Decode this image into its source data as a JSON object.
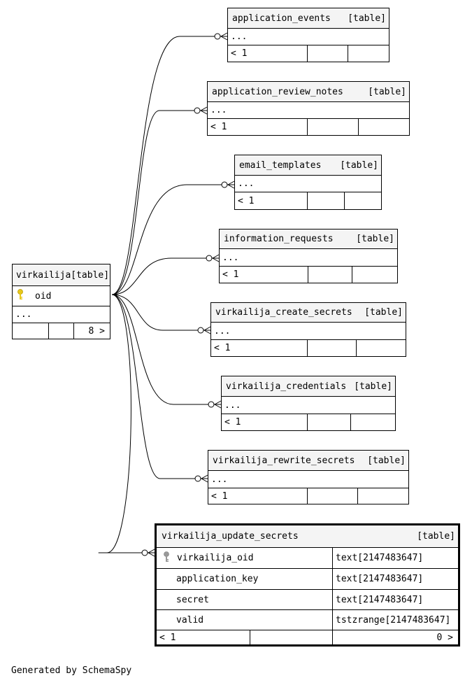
{
  "source_table": {
    "name": "virkailija",
    "kind": "[table]",
    "key_column": "oid",
    "more": "...",
    "footer_children": "8 >"
  },
  "child_tables": [
    {
      "name": "application_events",
      "kind": "[table]",
      "more": "...",
      "footer_parents": "< 1"
    },
    {
      "name": "application_review_notes",
      "kind": "[table]",
      "more": "...",
      "footer_parents": "< 1"
    },
    {
      "name": "email_templates",
      "kind": "[table]",
      "more": "...",
      "footer_parents": "< 1"
    },
    {
      "name": "information_requests",
      "kind": "[table]",
      "more": "...",
      "footer_parents": "< 1"
    },
    {
      "name": "virkailija_create_secrets",
      "kind": "[table]",
      "more": "...",
      "footer_parents": "< 1"
    },
    {
      "name": "virkailija_credentials",
      "kind": "[table]",
      "more": "...",
      "footer_parents": "< 1"
    },
    {
      "name": "virkailija_rewrite_secrets",
      "kind": "[table]",
      "more": "...",
      "footer_parents": "< 1"
    }
  ],
  "focus_table": {
    "name": "virkailija_update_secrets",
    "kind": "[table]",
    "columns": [
      {
        "name": "virkailija_oid",
        "type": "text[2147483647]",
        "foreign_key": true
      },
      {
        "name": "application_key",
        "type": "text[2147483647]",
        "foreign_key": false
      },
      {
        "name": "secret",
        "type": "text[2147483647]",
        "foreign_key": false
      },
      {
        "name": "valid",
        "type": "tstzrange[2147483647]",
        "foreign_key": false
      }
    ],
    "footer_parents": "< 1",
    "footer_children": "0 >"
  },
  "colors": {
    "primary_key_icon": "#e8c81a",
    "foreign_key_icon": "#9a9a9a",
    "header_bg": "#f4f4f4"
  },
  "generated_by": "Generated by SchemaSpy"
}
